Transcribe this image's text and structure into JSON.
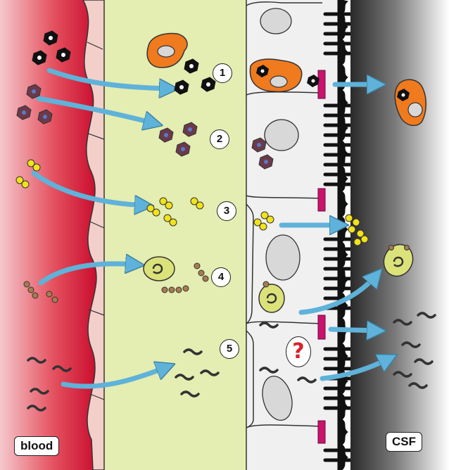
{
  "labels": {
    "left_region": "blood",
    "right_region": "CSF",
    "unknown_mechanism": "?"
  },
  "steps": [
    {
      "number": "1"
    },
    {
      "number": "2"
    },
    {
      "number": "3"
    },
    {
      "number": "4"
    },
    {
      "number": "5"
    }
  ],
  "colors": {
    "blood": "#d9143a",
    "interstitium": "#e4edb2",
    "epithelium": "#f0f0f0",
    "csf": "#5a5a5a",
    "arrow": "#5fb2d9",
    "tight_junction": "#c8146e",
    "macrophage": "#f07a1e",
    "virus": "#111111",
    "parasite_host": "#6a3a4a",
    "bacteria": "#f2e21a",
    "fungi": "#a87c4e",
    "spirochete": "#333333",
    "question": "#d8232a"
  },
  "icons": [
    "virus-icon",
    "infected-cell-icon",
    "bacteria-icon",
    "cyst-icon",
    "spirochete-icon",
    "tight-junction-icon",
    "arrow-icon"
  ]
}
